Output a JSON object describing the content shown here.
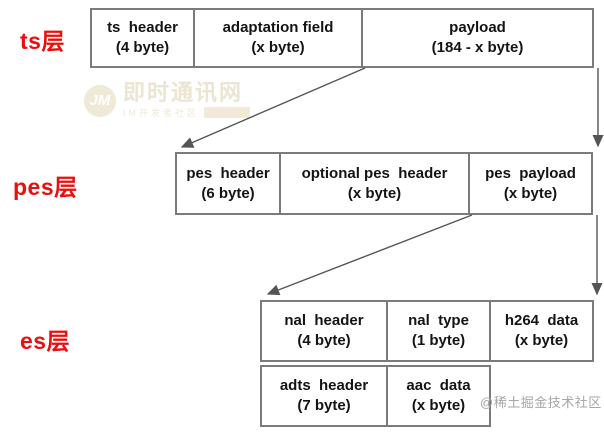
{
  "colors": {
    "label_red": "#e8100e",
    "box_border_gray": "#7b7b7b",
    "box_text_black": "#141414",
    "arrow_gray": "#555555",
    "watermark_beige": "#ebe5d2",
    "watermark_gray": "#a6a6a6"
  },
  "layers": {
    "ts": {
      "label": "ts层",
      "boxes": [
        {
          "name": "ts  header",
          "size": "(4 byte)"
        },
        {
          "name": "adaptation field",
          "size": "(x byte)"
        },
        {
          "name": "payload",
          "size": "(184 - x byte)"
        }
      ]
    },
    "pes": {
      "label": "pes层",
      "boxes": [
        {
          "name": "pes  header",
          "size": "(6 byte)"
        },
        {
          "name": "optional pes  header",
          "size": "(x byte)"
        },
        {
          "name": "pes  payload",
          "size": "(x byte)"
        }
      ]
    },
    "es": {
      "label": "es层",
      "video_boxes": [
        {
          "name": "nal  header",
          "size": "(4 byte)"
        },
        {
          "name": "nal  type",
          "size": "(1 byte)"
        },
        {
          "name": "h264  data",
          "size": "(x byte)"
        }
      ],
      "audio_boxes": [
        {
          "name": "adts  header",
          "size": "(7 byte)"
        },
        {
          "name": "aac  data",
          "size": "(x byte)"
        }
      ]
    }
  },
  "watermarks": {
    "im_site": {
      "logo": "JM",
      "main": "即时通讯网",
      "sub": "IM开发者社区"
    },
    "juejin": "@稀土掘金技术社区"
  }
}
